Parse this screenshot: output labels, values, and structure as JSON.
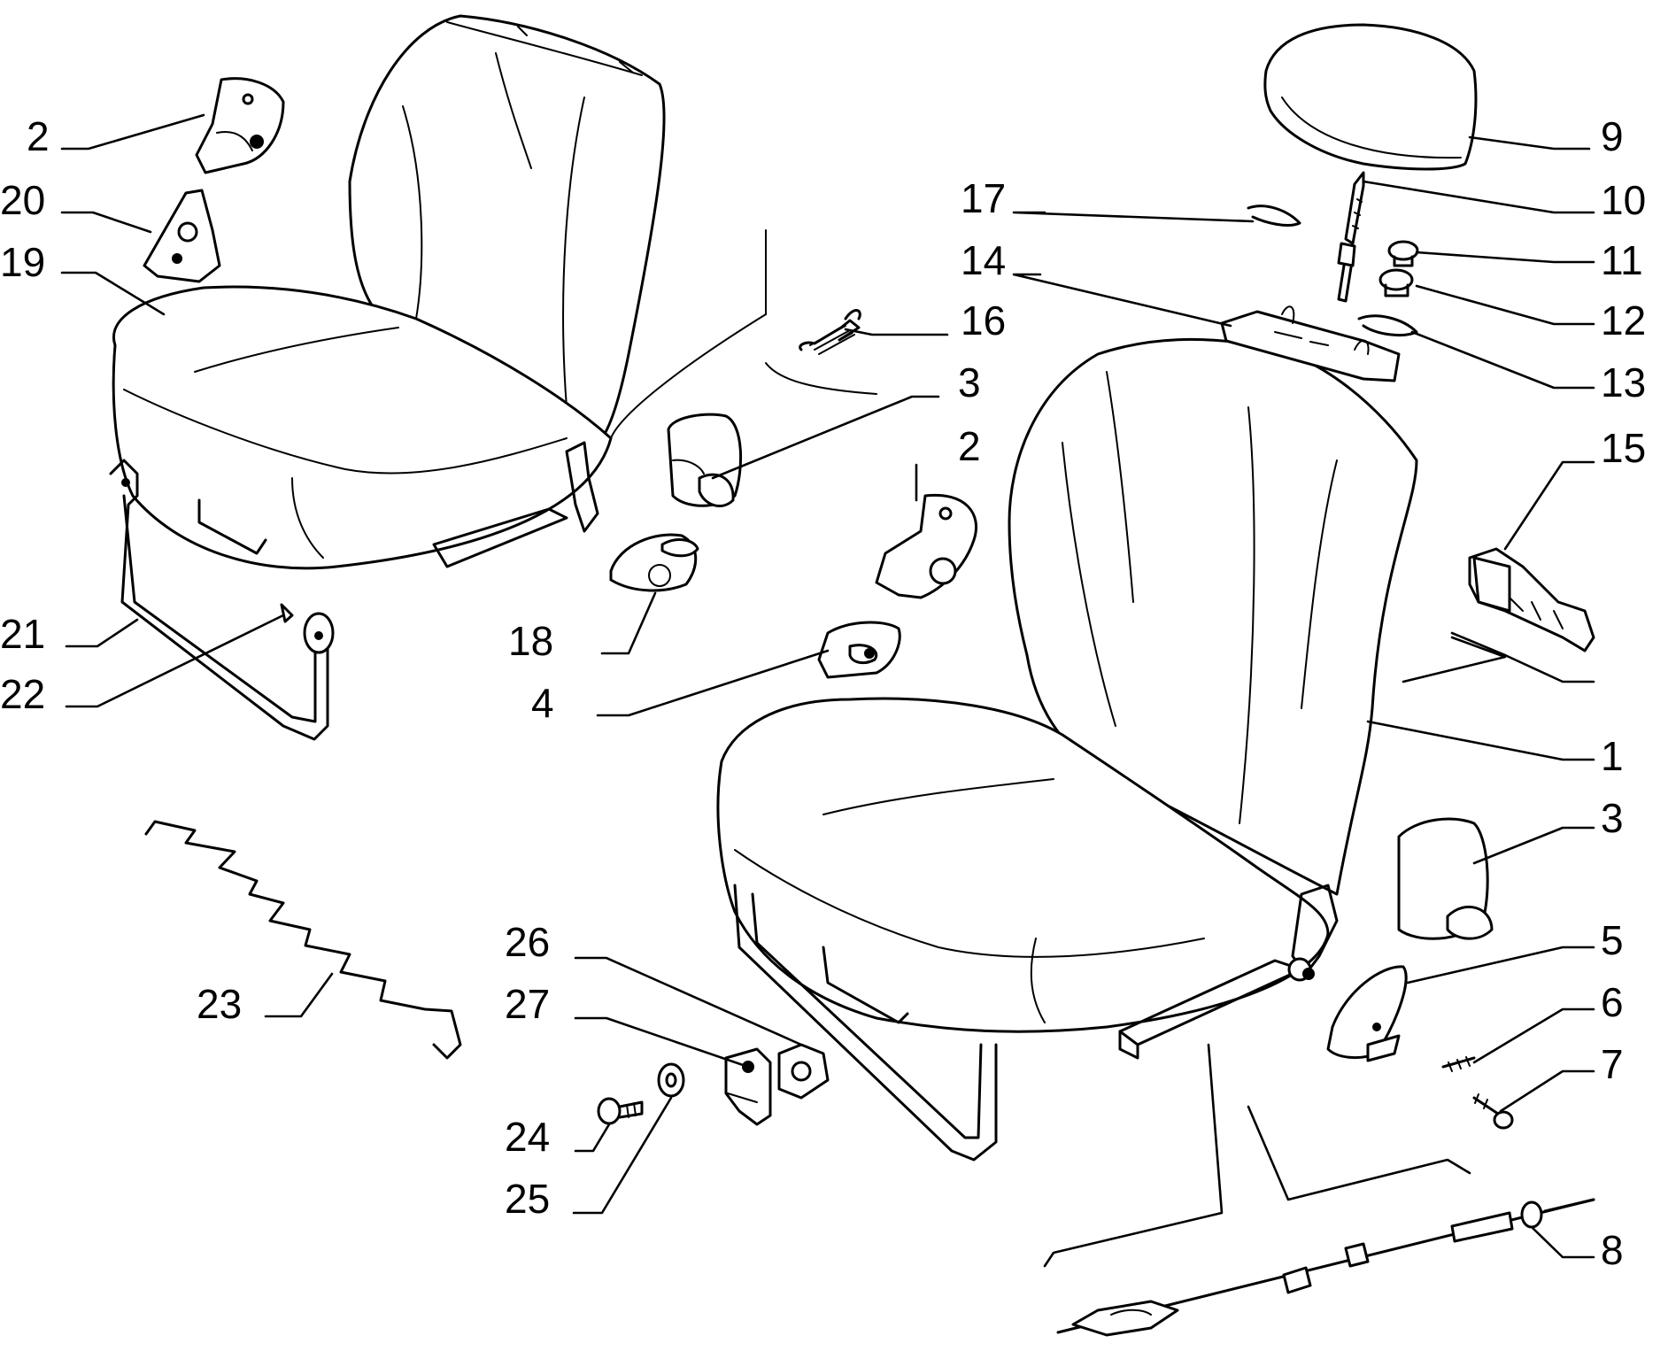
{
  "diagram": {
    "callouts": [
      {
        "id": "2a",
        "text": "2"
      },
      {
        "id": "20",
        "text": "20"
      },
      {
        "id": "19",
        "text": "19"
      },
      {
        "id": "21",
        "text": "21"
      },
      {
        "id": "22",
        "text": "22"
      },
      {
        "id": "23",
        "text": "23"
      },
      {
        "id": "16",
        "text": "16"
      },
      {
        "id": "3a",
        "text": "3"
      },
      {
        "id": "2b",
        "text": "2"
      },
      {
        "id": "18",
        "text": "18"
      },
      {
        "id": "4",
        "text": "4"
      },
      {
        "id": "17",
        "text": "17"
      },
      {
        "id": "14",
        "text": "14"
      },
      {
        "id": "9",
        "text": "9"
      },
      {
        "id": "10",
        "text": "10"
      },
      {
        "id": "11",
        "text": "11"
      },
      {
        "id": "12",
        "text": "12"
      },
      {
        "id": "13",
        "text": "13"
      },
      {
        "id": "15",
        "text": "15"
      },
      {
        "id": "1",
        "text": "1"
      },
      {
        "id": "3b",
        "text": "3"
      },
      {
        "id": "5",
        "text": "5"
      },
      {
        "id": "6",
        "text": "6"
      },
      {
        "id": "7",
        "text": "7"
      },
      {
        "id": "8",
        "text": "8"
      },
      {
        "id": "26",
        "text": "26"
      },
      {
        "id": "27",
        "text": "27"
      },
      {
        "id": "24",
        "text": "24"
      },
      {
        "id": "25",
        "text": "25"
      }
    ]
  }
}
